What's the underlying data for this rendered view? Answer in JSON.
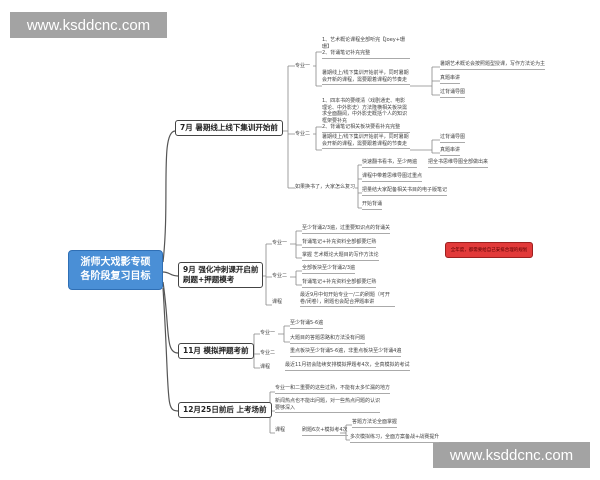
{
  "watermark": "www.ksddcnc.com",
  "root": {
    "line1": "浙师大戏影专硕",
    "line2": "各阶段复习目标"
  },
  "note": "全年度，都需要给自己安排合理的规划",
  "colors": {
    "root": "#4a8fd6",
    "note": "#e23a3a",
    "watermark": "#9a9a9a"
  },
  "b1": {
    "title": "7月 暑期线上线下集训开始前",
    "p1": {
      "label": "专业一",
      "a": "1、艺术概论课程全部听完【Joey+珊珊】\n2、背诵笔记补充完整",
      "b": "暑期线上/线下集训开始前半，同时暑期会开新的课程，需要跟着课程的节奏走",
      "b_children": [
        "暑期艺术概论会按照题型授课，写作方法论为主",
        "真题串讲",
        "过背诵导图"
      ]
    },
    "p2": {
      "label": "专业二",
      "a": "1、四本书的要缕清（戏剧通史、电影理论、中外影史）方法隆横相关板块需求全面翻阅，中外影史概括个人的知识框架要补充\n2、背诵笔记相关板块要看补充完整",
      "b": "暑期线上/线下集训开始前半，同时暑期会开新的课程，需要跟着课程的节奏走",
      "b_children": [
        "过背诵导图",
        "真题串讲"
      ]
    },
    "p3": {
      "label": "如果换书了，大家怎么复习",
      "items": [
        "快速翻书看书，至少两遍",
        "课程中带着思维导图过重点",
        "把量结大家配备相关书目的电子版笔记",
        "开始背诵"
      ],
      "first_child": "把全书思维导图全部做出来"
    }
  },
  "b2": {
    "title_line1": "9月 强化冲刺课开启前",
    "title_line2": "刷题+押题模考",
    "p1": {
      "label": "专业一",
      "items": [
        "至少背诵2/3遍，过重要知识点的背诵关",
        "背诵笔记+补充资料全部都要烂熟",
        "掌握 艺术概论大题目的写作方法论"
      ]
    },
    "p2": {
      "label": "专业二",
      "items": [
        "全部板块至少背诵2/3遍",
        "背诵笔记+补充资料全部都要烂熟"
      ]
    },
    "p3": {
      "label": "课程",
      "text": "最近9月中旬开始专业一/二的刷题（可开卷/闭卷），刷题也会配合押题串讲"
    }
  },
  "b3": {
    "title": "11月 模拟押题考前",
    "p1": {
      "label": "专业一",
      "items": [
        "至少背诵5-6遍",
        "大题目的答题思路和方法没有问题"
      ]
    },
    "p2": {
      "label": "专业二",
      "text": "重点板块至少背诵5-6遍，非重点板块至少背诵4遍"
    },
    "p3": {
      "label": "课程",
      "text": "最近11月初会陆续安排模拟押题考4次，全真模拟的考试"
    }
  },
  "b4": {
    "title": "12月25日前后 上考场前",
    "items": [
      "专业一和二重要的这些过熟，不能有太多忙漏的地方",
      "新闻热点也不能出问题，对一些热点问题的认识要够深入"
    ],
    "course": {
      "label": "课程",
      "text": "刷题6次+模拟考4次",
      "children": [
        "答题方法论全面掌握",
        "多次模拟练习，全面方案备战+战赛提升"
      ]
    }
  }
}
